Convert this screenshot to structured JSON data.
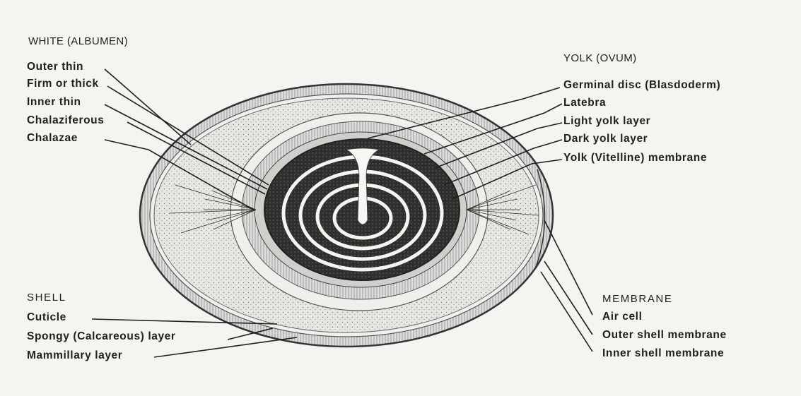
{
  "groups": {
    "white": {
      "heading": "WHITE (ALBUMEN)",
      "items": [
        "Outer thin",
        "Firm or thick",
        "Inner thin",
        "Chalaziferous",
        "Chalazae"
      ]
    },
    "yolk": {
      "heading": "YOLK (OVUM)",
      "items": [
        "Germinal disc (Blasdoderm)",
        "Latebra",
        "Light yolk layer",
        "Dark yolk layer",
        "Yolk (Vitelline) membrane"
      ]
    },
    "shell": {
      "heading": "SHELL",
      "items": [
        "Cuticle",
        "Spongy (Calcareous) layer",
        "Mammillary layer"
      ]
    },
    "membrane": {
      "heading": "MEMBRANE",
      "items": [
        "Air cell",
        "Outer shell membrane",
        "Inner shell membrane"
      ]
    }
  }
}
